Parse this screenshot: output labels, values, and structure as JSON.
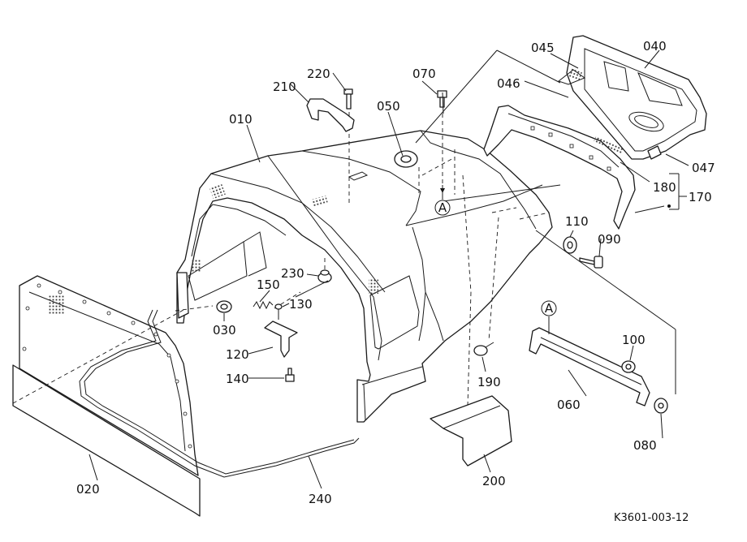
{
  "drawing_code": "K3601-003-12",
  "reference_marker": "A",
  "part_numbers": {
    "p010": "010",
    "p020": "020",
    "p030": "030",
    "p040": "040",
    "p045": "045",
    "p046": "046",
    "p047": "047",
    "p050": "050",
    "p060": "060",
    "p070": "070",
    "p080": "080",
    "p090": "090",
    "p100": "100",
    "p110": "110",
    "p120": "120",
    "p130": "130",
    "p140": "140",
    "p150": "150",
    "p170": "170",
    "p180": "180",
    "p190": "190",
    "p200": "200",
    "p210": "210",
    "p220": "220",
    "p230": "230",
    "p240": "240"
  }
}
